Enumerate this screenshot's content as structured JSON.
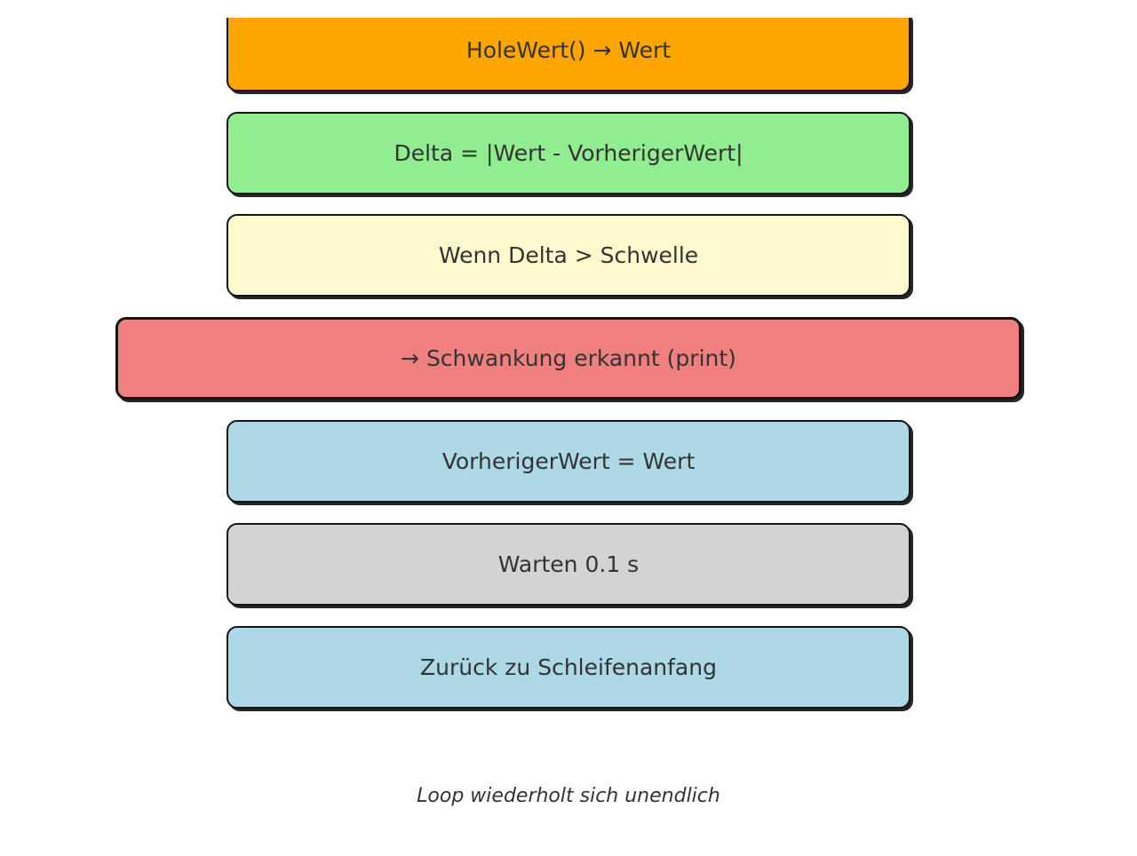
{
  "flowchart": {
    "boxes": [
      {
        "id": "get-value",
        "label": "HoleWert() → Wert",
        "fill": "#FFA500"
      },
      {
        "id": "compute-delta",
        "label": "Delta = |Wert - VorherigerWert|",
        "fill": "#90EE90"
      },
      {
        "id": "condition",
        "label": "Wenn Delta > Schwelle",
        "fill": "#FFFACD"
      },
      {
        "id": "detected-print",
        "label": "→ Schwankung erkannt (print)",
        "fill": "#F08080"
      },
      {
        "id": "store-previous",
        "label": "VorherigerWert = Wert",
        "fill": "#ADD8E6"
      },
      {
        "id": "wait",
        "label": "Warten 0.1 s",
        "fill": "#D3D3D3"
      },
      {
        "id": "loop-back",
        "label": "Zurück zu Schleifenanfang",
        "fill": "#ADD8E6"
      }
    ],
    "caption": "Loop wiederholt sich unendlich",
    "colors": {
      "border": "#141414",
      "shadow": "#262626",
      "text": "#333333",
      "background": "#ffffff"
    }
  }
}
